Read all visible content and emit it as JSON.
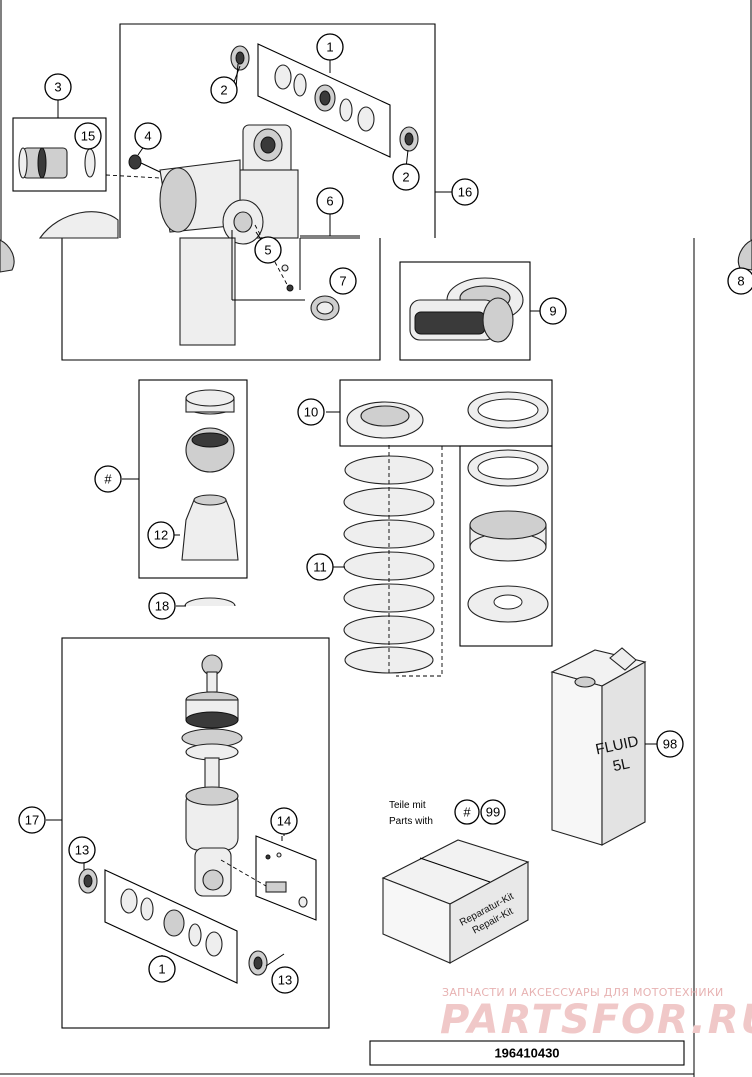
{
  "diagram": {
    "document_number": "196410430",
    "callouts": {
      "c1_top": "1",
      "c2_left": "2",
      "c2_right": "2",
      "c3": "3",
      "c4": "4",
      "c5": "5",
      "c6": "6",
      "c7": "7",
      "c8": "8",
      "c9": "9",
      "c10": "10",
      "c11": "11",
      "c12": "12",
      "c13_top": "13",
      "c13_bottom": "13",
      "c14": "14",
      "c15": "15",
      "c16": "16",
      "c17": "17",
      "c18": "18",
      "c1_bottom": "1",
      "hash_left": "#",
      "hash_kit": "#",
      "c98": "98",
      "c99": "99"
    },
    "kit_note": {
      "line1": "Teile mit",
      "line2": "Parts with"
    },
    "fluid_can": {
      "line1": "FLUID",
      "line2": "5L"
    },
    "repair_kit_box": {
      "line1": "Reparatur-Kit",
      "line2": "Repair-Kit"
    },
    "watermark": {
      "line1": "ЗАПЧАСТИ И АКСЕССУАРЫ ДЛЯ МОТОТЕХНИКИ",
      "line2": "PARTSFOR.RU"
    }
  }
}
